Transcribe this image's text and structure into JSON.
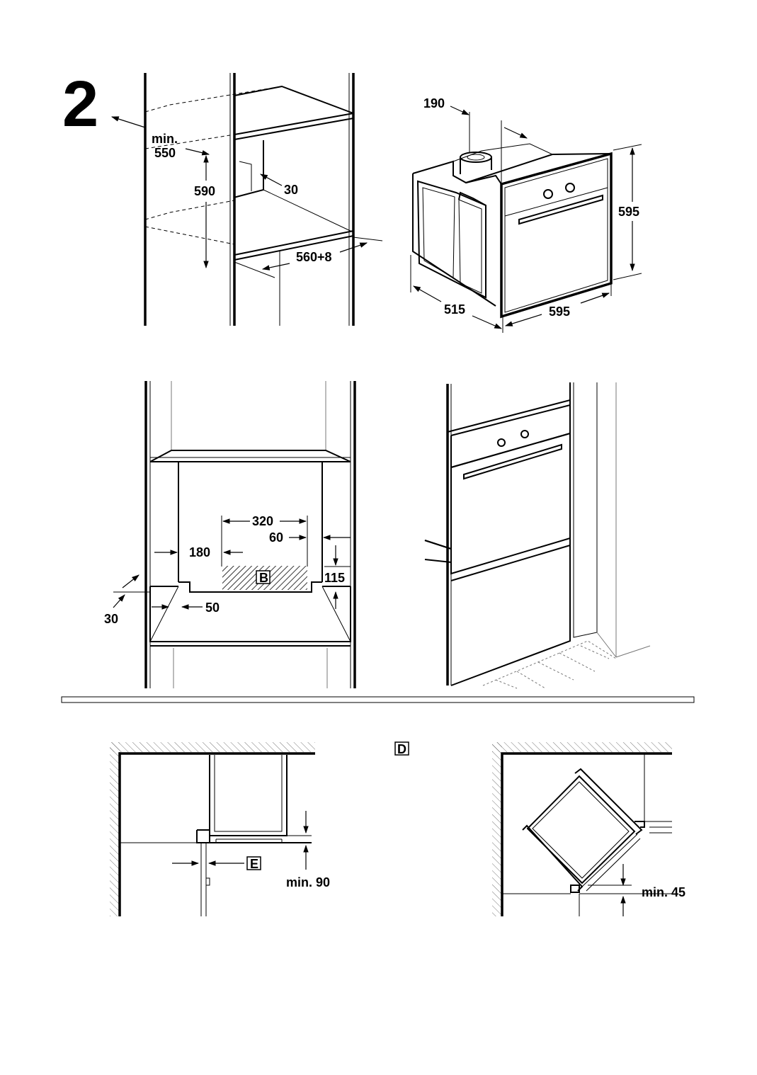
{
  "figure": {
    "number": "2"
  },
  "top_left": {
    "depth_label_line1": "min.",
    "depth_label_line2": "550",
    "height_label": "590",
    "gap_label": "30",
    "width_label": "560+8"
  },
  "top_right": {
    "vent_label": "190",
    "height_label": "595",
    "depth_label": "515",
    "width_label": "595"
  },
  "middle_left": {
    "vent_width_label": "320",
    "vent_offset_label": "60",
    "side_label": "180",
    "vent_height_label": "115",
    "area_label": "B",
    "front_gap_label": "30",
    "bottom_label": "50"
  },
  "bottom_left": {
    "detail_label": "E",
    "min_label": "min. 90"
  },
  "bottom_right": {
    "detail_label": "D",
    "min_label": "min. 45"
  }
}
